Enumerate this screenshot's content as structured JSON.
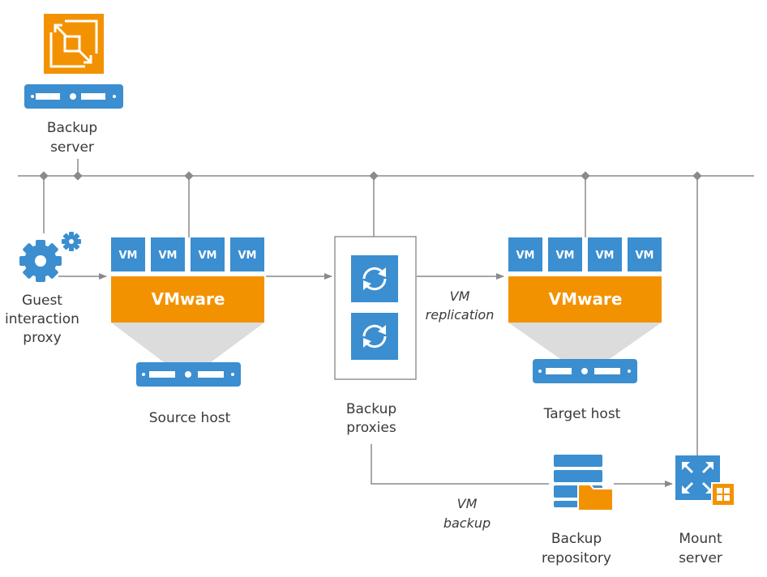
{
  "colors": {
    "orange": "#f39200",
    "blue": "#3b8ed0",
    "line": "#8a8a8a",
    "text": "#3a3a3a"
  },
  "backup_server": {
    "line1": "Backup",
    "line2": "server",
    "icon": "veeam-logo-icon"
  },
  "guest_proxy": {
    "line1": "Guest",
    "line2": "interaction",
    "line3": "proxy",
    "icon": "gears-icon"
  },
  "source_host": {
    "label": "Source host",
    "platform": "VMware",
    "vms": [
      "VM",
      "VM",
      "VM",
      "VM"
    ]
  },
  "target_host": {
    "label": "Target host",
    "platform": "VMware",
    "vms": [
      "VM",
      "VM",
      "VM",
      "VM"
    ]
  },
  "backup_proxies": {
    "line1": "Backup",
    "line2": "proxies",
    "icon": "sync-icon"
  },
  "replication": {
    "line1": "VM",
    "line2": "replication"
  },
  "backup_flow": {
    "line1": "VM",
    "line2": "backup"
  },
  "repository": {
    "line1": "Backup",
    "line2": "repository",
    "icon": "database-folder-icon"
  },
  "mount_server": {
    "line1": "Mount",
    "line2": "server",
    "icon": "expand-windows-icon"
  }
}
